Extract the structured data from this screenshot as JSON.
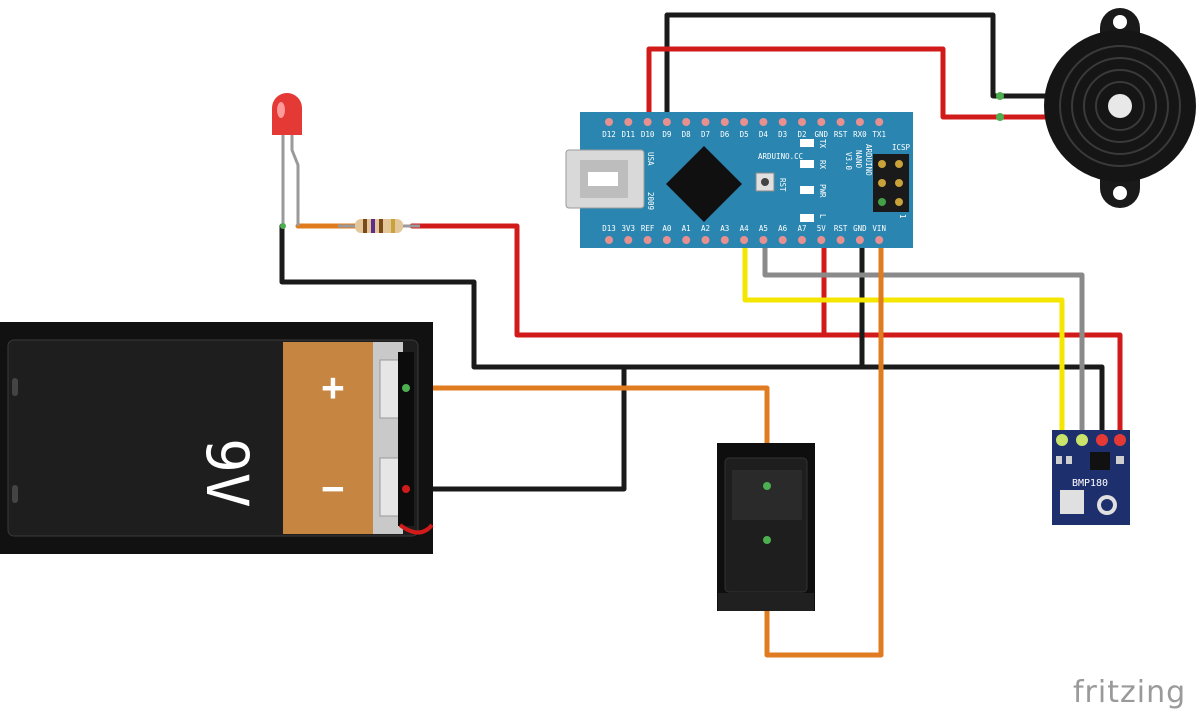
{
  "arduino": {
    "top_pins": [
      "D12",
      "D11",
      "D10",
      "D9",
      "D8",
      "D7",
      "D6",
      "D5",
      "D4",
      "D3",
      "D2",
      "GND",
      "RST",
      "RX0",
      "TX1"
    ],
    "bottom_pins": [
      "D13",
      "3V3",
      "REF",
      "A0",
      "A1",
      "A2",
      "A3",
      "A4",
      "A5",
      "A6",
      "A7",
      "5V",
      "RST",
      "GND",
      "VIN"
    ],
    "usa_label": "USA",
    "year_label": "2009",
    "cc_label": "ARDUINO.CC",
    "name_lines": [
      "ARDUINO",
      "NANO",
      "V3.0"
    ],
    "rst_label": "RST",
    "led_labels": [
      "TX",
      "RX",
      "PWR",
      "L"
    ],
    "icsp_label": "ICSP",
    "icsp_index": "1"
  },
  "battery": {
    "voltage_label": "9V",
    "plus_label": "+",
    "minus_label": "−"
  },
  "sensor": {
    "label": "BMP180"
  },
  "watermark": "fritzing",
  "colors": {
    "board": "#2a86b0",
    "wire_red": "#d11a1a",
    "wire_black": "#1a1a1a",
    "wire_orange": "#e07b20",
    "wire_yellow": "#f5e600",
    "wire_gray": "#8a8a8a",
    "battery_body": "#1b1b1b",
    "battery_copper": "#c68642",
    "sensor_board": "#1e2f6e"
  }
}
